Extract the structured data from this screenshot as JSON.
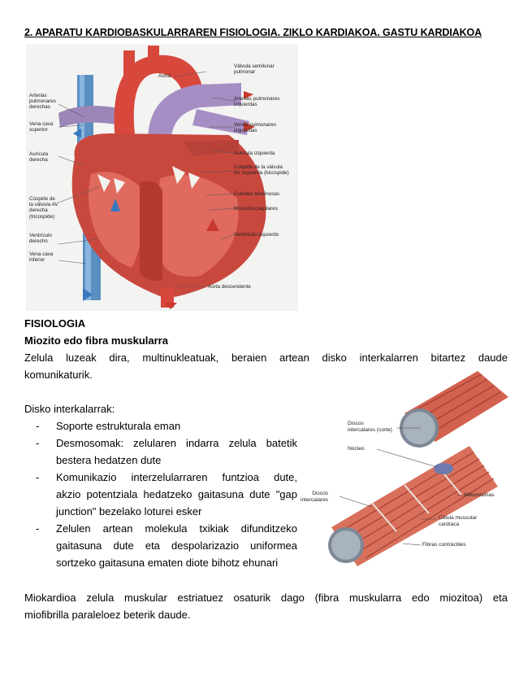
{
  "title": "2. APARATU KARDIOBASKULARRAREN FISIOLOGIA. ZIKLO KARDIAKOA. GASTU KARDIAKOA",
  "heart_figure": {
    "labels": {
      "aorta": "Aorta",
      "valvula_semilunar": [
        "Válvula semilunar",
        "pulmonar"
      ],
      "arterias_derechas": [
        "Arterias",
        "pulmonares",
        "derechas"
      ],
      "arterias_izquierdas": [
        "Arterias pulmonares",
        "izquierdas"
      ],
      "vena_cava_superior": [
        "Vena cava",
        "superior"
      ],
      "venas_pulmonares": [
        "Venas pulmonares",
        "izquierdas"
      ],
      "auricula_derecha": [
        "Aurícula",
        "derecha"
      ],
      "auricula_izquierda": "Aurícula izquierda",
      "cuspide_av_izq": [
        "Cúspide de la válvula",
        "AV izquierda (bicúspide)"
      ],
      "cuspide_av_der": [
        "Cúspide de",
        "la válvula AV",
        "derecha",
        "(tricúspide)"
      ],
      "cuerdas": "Cuerdas tendinosas",
      "musculos": "Músculos papilares",
      "ventriculo_derecho": [
        "Ventrículo",
        "derecho"
      ],
      "ventriculo_izquierdo": "Ventrículo izquierdo",
      "vena_cava_inferior": [
        "Vena cava",
        "inferior"
      ],
      "aorta_descendente": "Aorta descendente"
    }
  },
  "fisiologia_heading": "FISIOLOGIA",
  "miozito_heading": "Miozito edo fibra muskularra",
  "miozito_text_line1": "Zelula luzeak dira, multinukleatuak, beraien artean disko interkalarren bitartez daude",
  "miozito_text_line2": "komunikaturik.",
  "disko_heading": "Disko interkalarrak:",
  "bullets": [
    {
      "lines": [
        "Soporte estrukturala eman"
      ]
    },
    {
      "lines": [
        "Desmosomak: zelularen indarra zelula batetik",
        "bestera hedatzen dute"
      ]
    },
    {
      "lines": [
        "Komunikazio interzelularraren funtzioa dute,",
        "akzio potentziala hedatzeko gaitasuna dute \"gap",
        "junction\" bezelako loturei esker"
      ]
    },
    {
      "lines": [
        "Zelulen artean molekula txikiak difunditzeko",
        "gaitasuna dute eta despolarizazio uniformea",
        "sortzeko gaitasuna ematen diote bihotz ehunari"
      ]
    }
  ],
  "bullet_dash": "-",
  "cell_figure": {
    "labels": {
      "discos_corte": [
        "Discos",
        "intercalares (corte)"
      ],
      "nucleo": "Núcleo",
      "discos": [
        "Discos",
        "intercalares"
      ],
      "mitocondrias": "Mitocondrias",
      "celula": [
        "Célula muscular",
        "cardíaca"
      ],
      "fibras": "Fibras contráctiles"
    }
  },
  "miokardioa_line1": "Miokardioa zelula muskular estriatuez osaturik dago (fibra muskularra edo miozitoa) eta",
  "miokardioa_line2": "miofibrilla paraleloez beterik daude."
}
